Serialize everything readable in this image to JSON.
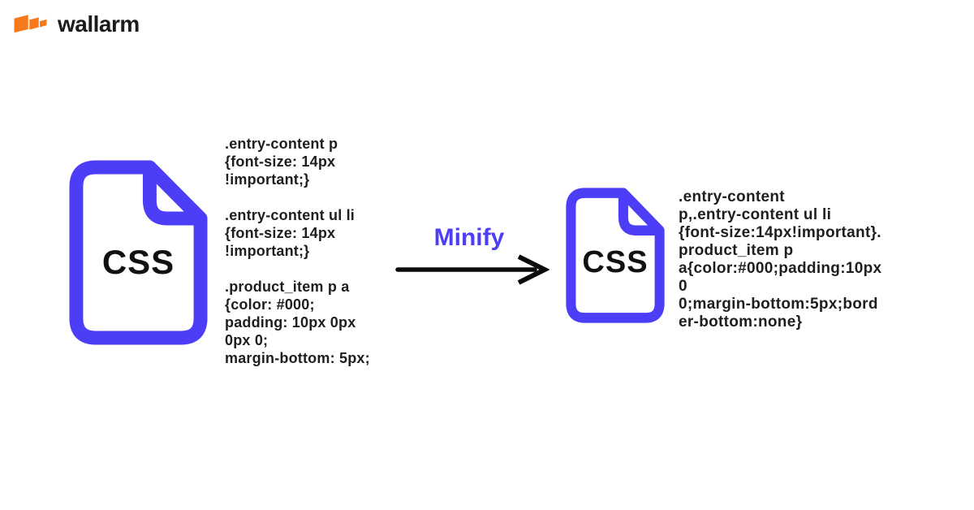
{
  "brand": {
    "name": "wallarm",
    "logo_color": "#f7791b",
    "text_color": "#1c1c1c"
  },
  "colors": {
    "accent_blue": "#4c3df6",
    "code_text": "#1e1e1e",
    "background": "#ffffff"
  },
  "diagram": {
    "source_file": {
      "type_label": "CSS"
    },
    "result_file": {
      "type_label": "CSS"
    },
    "transform": {
      "label": "Minify",
      "arrow_direction": "right"
    },
    "source_code": ".entry-content p\n{font-size: 14px\n!important;}\n\n.entry-content ul li\n{font-size: 14px\n!important;}\n\n.product_item p a\n{color: #000;\npadding: 10px 0px\n0px 0;\nmargin-bottom: 5px;",
    "minified_code": ".entry-content\np,.entry-content ul li\n{font-size:14px!important}.\nproduct_item p\na{color:#000;padding:10px\n0\n0;margin-bottom:5px;bord\ner-bottom:none}"
  }
}
